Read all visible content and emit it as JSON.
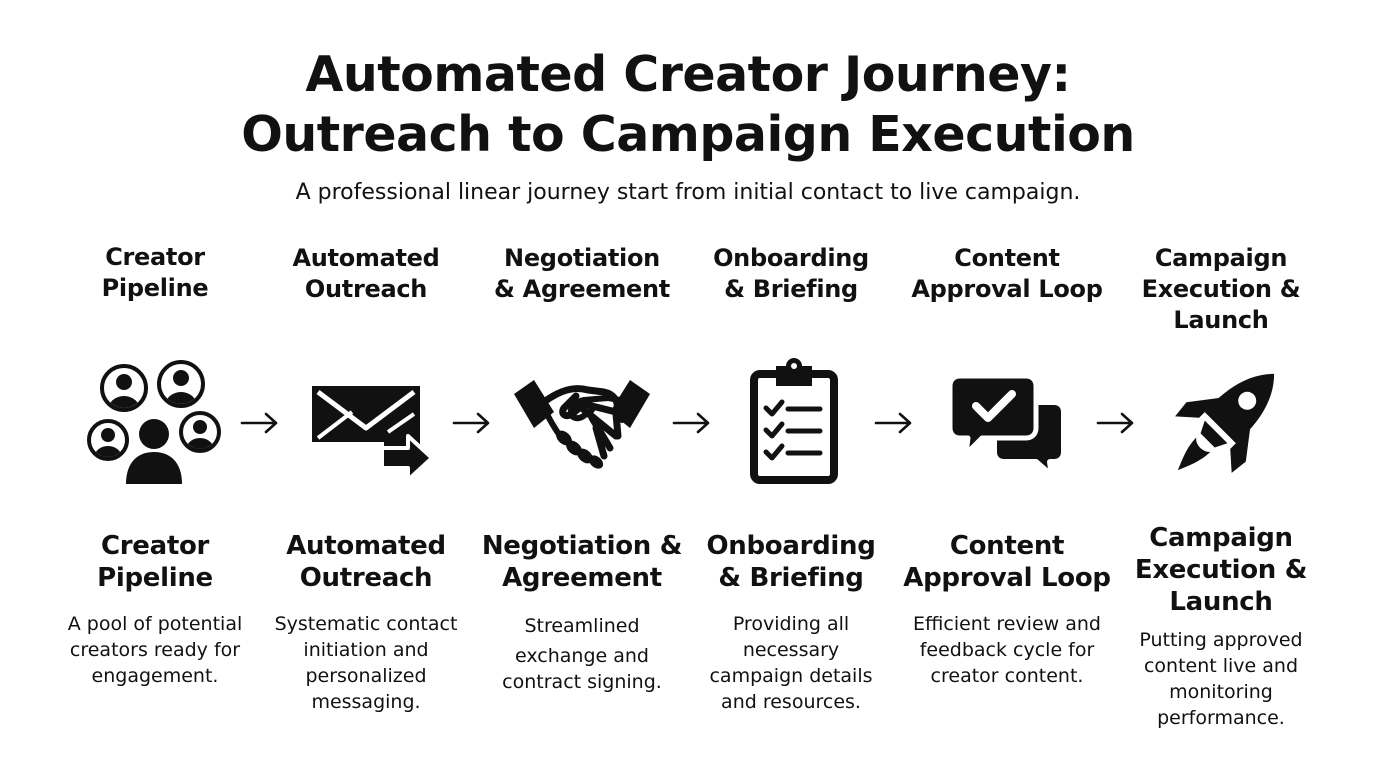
{
  "header": {
    "title_line_1": "Automated Creator Journey:",
    "title_line_2": "Outreach to Campaign Execution",
    "subtitle": "A professional linear journey start from initial contact to live campaign."
  },
  "steps": [
    {
      "icon": "creator-pipeline-icon",
      "label_lines": [
        "Creator",
        "Pipeline"
      ],
      "heading_lines": [
        "Creator",
        "Pipeline"
      ],
      "desc_lines": [
        "A pool of potential",
        "creators ready for",
        "engagement."
      ]
    },
    {
      "icon": "envelope-send-icon",
      "label_lines": [
        "Automated",
        "Outreach"
      ],
      "heading_lines": [
        "Automated",
        "Outreach"
      ],
      "desc_lines": [
        "Systematic contact",
        "initiation and",
        "personalized",
        "messaging."
      ]
    },
    {
      "icon": "handshake-icon",
      "label_lines": [
        "Negotiation",
        "& Agreement"
      ],
      "heading_lines": [
        "Negotiation &",
        "Agreement"
      ],
      "desc_lines": [
        "Streamlined",
        "exchange and",
        "contract signing."
      ]
    },
    {
      "icon": "clipboard-checklist-icon",
      "label_lines": [
        "Onboarding",
        "& Briefing"
      ],
      "heading_lines": [
        "Onboarding",
        "& Briefing"
      ],
      "desc_lines": [
        "Providing all",
        "necessary",
        "campaign details",
        "and resources."
      ]
    },
    {
      "icon": "chat-approval-icon",
      "label_lines": [
        "Content",
        "Approval Loop"
      ],
      "heading_lines": [
        "Content",
        "Approval Loop"
      ],
      "desc_lines": [
        "Efficient review and",
        "feedback cycle for",
        "creator content."
      ]
    },
    {
      "icon": "rocket-icon",
      "label_lines": [
        "Campaign",
        "Execution &",
        "Launch"
      ],
      "heading_lines": [
        "Campaign",
        "Execution &",
        "Launch"
      ],
      "desc_lines": [
        "Putting approved",
        "content live and",
        "monitoring",
        "performance."
      ]
    }
  ],
  "connector_icon": "arrow-right-icon",
  "colors": {
    "ink": "#111111",
    "background": "#ffffff"
  }
}
